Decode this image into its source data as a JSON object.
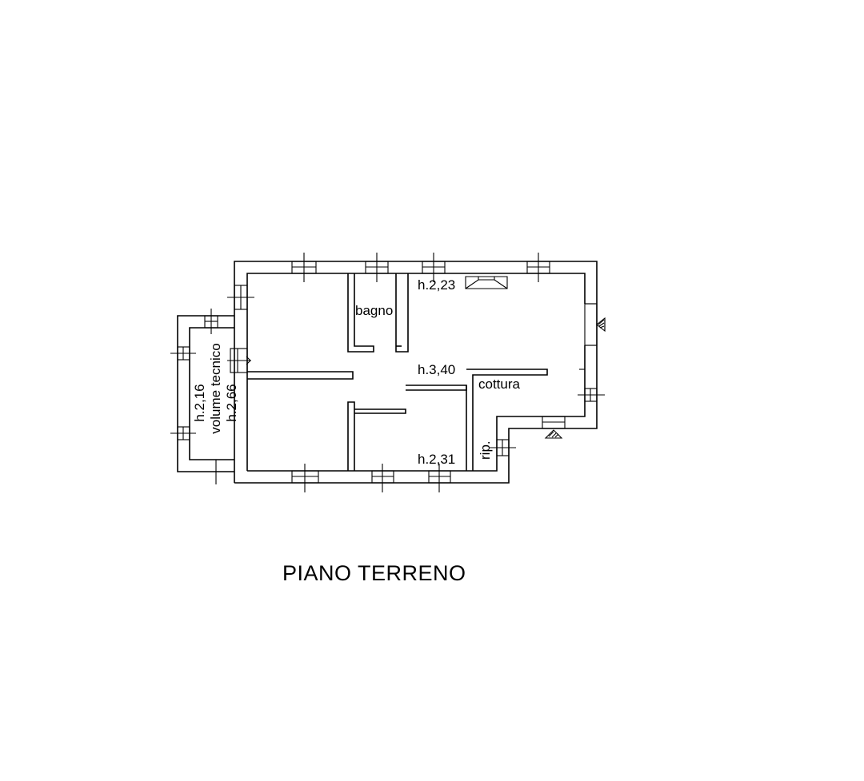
{
  "rooms": {
    "bagno": "bagno",
    "cottura": "cottura",
    "ripostiglio": "rip.",
    "volume_tecnico": "volume tecnico"
  },
  "heights": {
    "kitchen_top": "h.2,23",
    "hall": "h.3,40",
    "south_room": "h.2,31",
    "volume_tecnico_a": "h.2,16",
    "volume_tecnico_b": "h.2,66"
  },
  "title": "PIANO TERRENO"
}
